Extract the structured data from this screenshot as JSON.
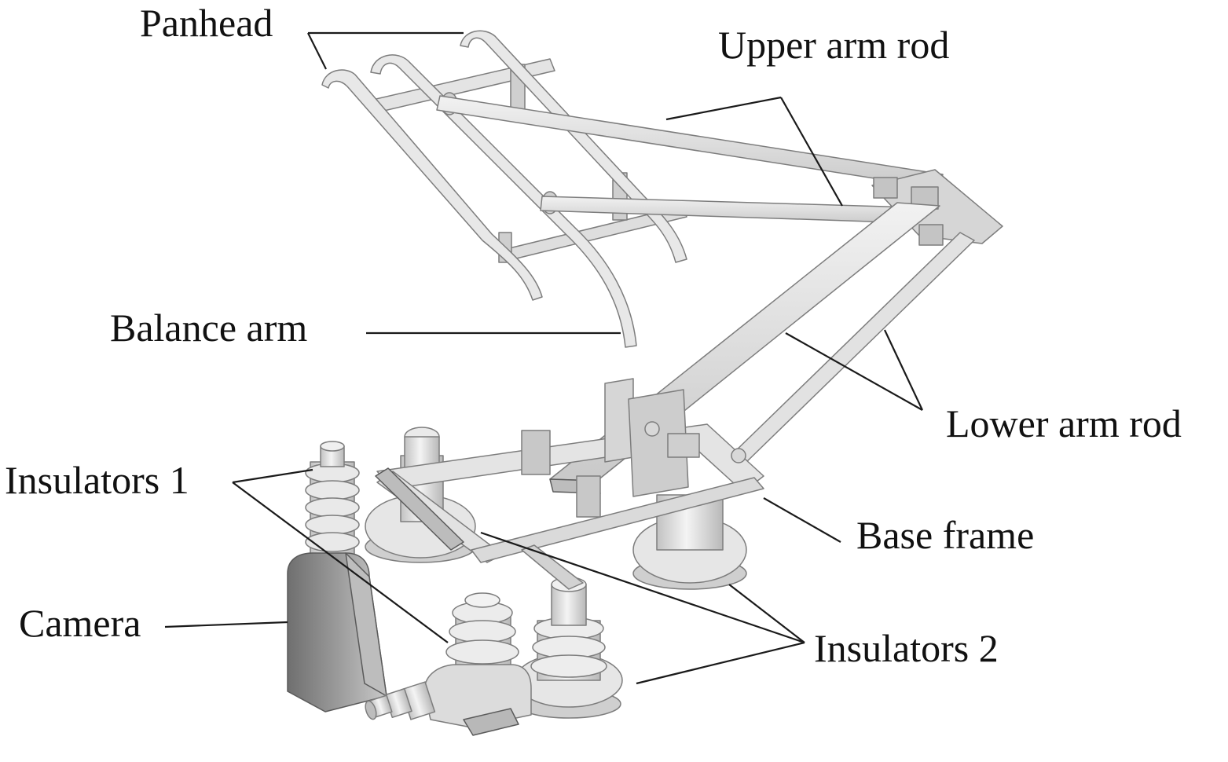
{
  "figure": {
    "colors": {
      "background": "#ffffff",
      "part_fill": "#dcdcdc",
      "part_light": "#eeeeee",
      "part_shade": "#b4b4b4",
      "camera_dark": "#8f8f8f",
      "leader_line": "#1a1a1a",
      "label_text": "#111111"
    },
    "labels": {
      "panhead": "Panhead",
      "upper_arm_rod": "Upper arm rod",
      "balance_arm": "Balance arm",
      "lower_arm_rod": "Lower arm rod",
      "insulators_1": "Insulators 1",
      "base_frame": "Base frame",
      "camera": "Camera",
      "insulators_2": "Insulators 2"
    }
  }
}
